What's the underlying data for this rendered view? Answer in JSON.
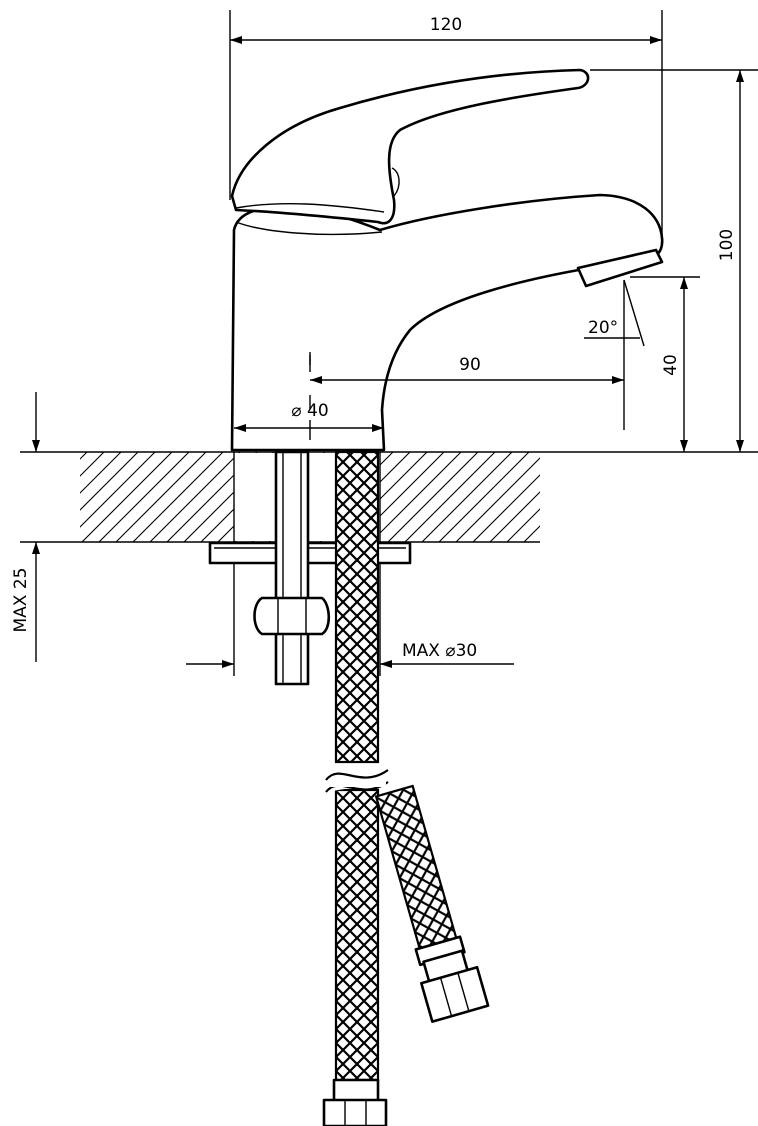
{
  "dimensions": {
    "width": "120",
    "height_total": "100",
    "spout_height": "40",
    "spout_reach": "90",
    "spout_angle": "20°",
    "base_diameter": "⌀ 40",
    "max_thickness": "MAX 25",
    "max_hole": "MAX ⌀30"
  }
}
